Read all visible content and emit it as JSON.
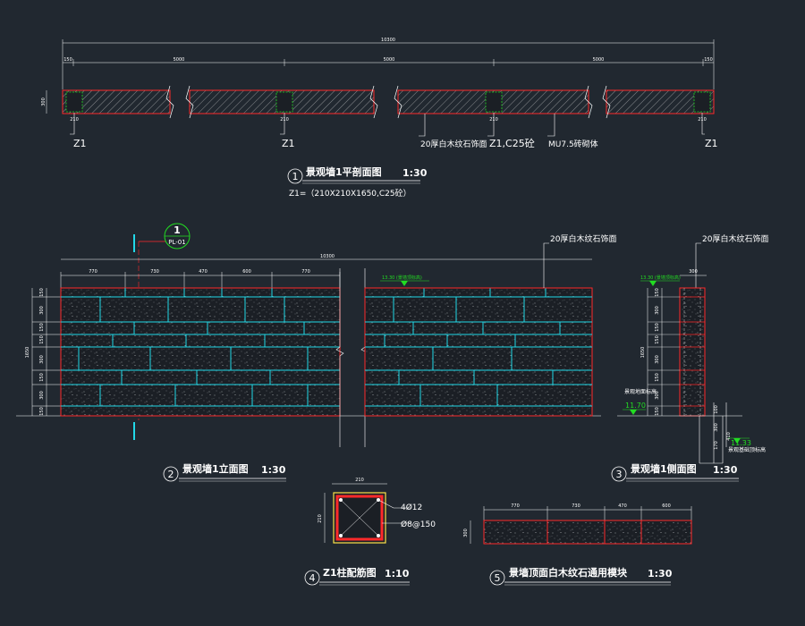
{
  "colors": {
    "background": "#212830",
    "outline": "#ff2a2a",
    "joint": "#22d8e8",
    "leader": "#ffffff",
    "grid": "#ffffff",
    "elev_marker": "#22dd22",
    "column": "#ffe24a"
  },
  "plan": {
    "overall_dim": "10300",
    "segment_dims": [
      "150",
      "5000",
      "5000",
      "5000",
      "150"
    ],
    "height_dim": "300",
    "col_dims": [
      "210",
      "210",
      "210",
      "210",
      "210"
    ],
    "labels": {
      "z1_a": "Z1",
      "z1_b": "Z1",
      "stone_face": "20厚白木纹石饰面",
      "z1_c": "Z1,C25砼",
      "masonry": "MU7.5砖砌体",
      "z1_d": "Z1"
    },
    "title_num": "1",
    "title": "景观墙1平剖面图",
    "scale": "1:30",
    "note": "Z1=（210X210X1650,C25砼）"
  },
  "elevation": {
    "section_marker_num": "1",
    "section_marker_ref": "PL-01",
    "overall_dim": "10300",
    "top_dims": [
      "770",
      "730",
      "470",
      "600",
      "770"
    ],
    "height_dim": "1650",
    "course_dims": [
      "150",
      "300",
      "150",
      "150",
      "300",
      "150",
      "300",
      "150"
    ],
    "elev_label": "13.30 (景墙顶标高)",
    "stone_label": "20厚白木纹石饰面",
    "title_num": "2",
    "title": "景观墙1立面图",
    "scale": "1:30"
  },
  "side": {
    "stone_label": "20厚白木纹石饰面",
    "top_dim": "300",
    "elev_top": "13.30 (景墙顶标高)",
    "height_dim": "1650",
    "course_dims": [
      "150",
      "300",
      "150",
      "150",
      "300",
      "150",
      "300",
      "150"
    ],
    "ground_label": "景观地面标高",
    "ground_elev": "11.70",
    "base_dims": [
      "100",
      "300",
      "410",
      "170"
    ],
    "ground2_elev": "11.33",
    "ground2_label": "景观基础顶标高",
    "title_num": "3",
    "title": "景观墙1侧面图",
    "scale": "1:30"
  },
  "column": {
    "width_dim": "210",
    "height_dim": "210",
    "rebar_main": "4Ø12",
    "rebar_stirrup": "Ø8@150",
    "title_num": "4",
    "title": "Z1柱配筋图",
    "scale": "1:10"
  },
  "capstone": {
    "dims": [
      "770",
      "730",
      "470",
      "600"
    ],
    "height_dim": "300",
    "title_num": "5",
    "title": "景墙顶面白木纹石通用模块",
    "scale": "1:30"
  }
}
